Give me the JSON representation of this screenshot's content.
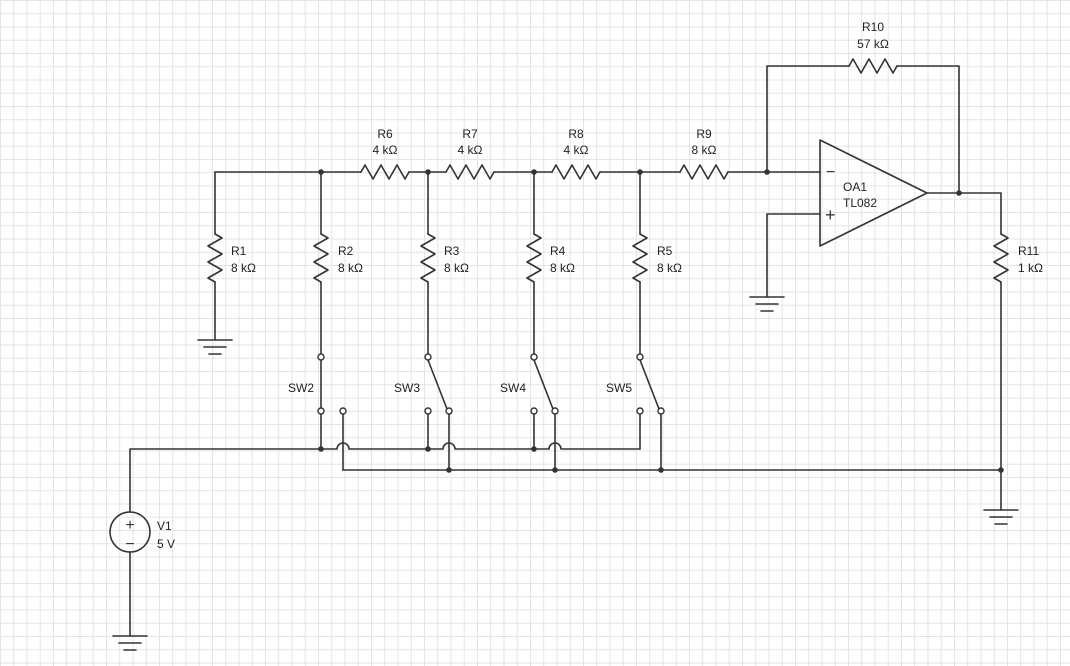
{
  "resistors": {
    "R1": {
      "name": "R1",
      "value": "8 kΩ"
    },
    "R2": {
      "name": "R2",
      "value": "8 kΩ"
    },
    "R3": {
      "name": "R3",
      "value": "8 kΩ"
    },
    "R4": {
      "name": "R4",
      "value": "8 kΩ"
    },
    "R5": {
      "name": "R5",
      "value": "8 kΩ"
    },
    "R6": {
      "name": "R6",
      "value": "4 kΩ"
    },
    "R7": {
      "name": "R7",
      "value": "4 kΩ"
    },
    "R8": {
      "name": "R8",
      "value": "4 kΩ"
    },
    "R9": {
      "name": "R9",
      "value": "8 kΩ"
    },
    "R10": {
      "name": "R10",
      "value": "57 kΩ"
    },
    "R11": {
      "name": "R11",
      "value": "1 kΩ"
    }
  },
  "switches": {
    "SW2": {
      "name": "SW2"
    },
    "SW3": {
      "name": "SW3"
    },
    "SW4": {
      "name": "SW4"
    },
    "SW5": {
      "name": "SW5"
    }
  },
  "opamp": {
    "name": "OA1",
    "part": "TL082",
    "minus_symbol": "−",
    "plus_symbol": "+"
  },
  "source": {
    "name": "V1",
    "value": "5 V",
    "plus_symbol": "+",
    "minus_symbol": "−"
  }
}
